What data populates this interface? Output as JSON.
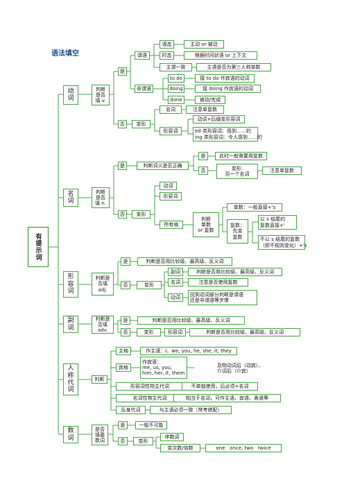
{
  "title": "语法填空",
  "root": "有提示词",
  "verb": {
    "label": "动词",
    "judge": "判断是否填 v.",
    "yes": "是",
    "no": "否",
    "predicate": "谓语",
    "voice": "语态",
    "voice_note": "主动 or 被动",
    "tense": "时态",
    "tense_note": "根据时间状语 or 上下文",
    "agreement": "主谓一致",
    "agreement_note": "主语是否为第三人称单数",
    "nonpredicate": "非谓语",
    "to_do": "to do",
    "to_do_note": "接 to do 作宾语的动词",
    "doing": "doing",
    "doing_note": "接 doing 作宾语的动词",
    "done": "done",
    "done_note": "被动/完成",
    "transform": "变形",
    "noun": "名词",
    "noun_note": "注意单复数",
    "adj": "形容词",
    "adj_note1": "动词+后缀变形容词",
    "adj_note2": "ed 类形容词：感到……的\ning 类形容词：令人感到……的"
  },
  "noun": {
    "label": "名词",
    "judge": "判断是否填 n.",
    "yes": "是",
    "no": "否",
    "correct": "判断词义是否正确",
    "yes2": "是",
    "yes2_note": "此时一般需要用复数",
    "no2": "否",
    "no2_note": "变形:\n另一个名词",
    "no2_note2": "注意单复数",
    "transform": "变形",
    "verb": "动词",
    "adj": "形容词",
    "possessive": "所有格",
    "number": "判断\n单数\nor 复数",
    "singular": "单数：一般直接+'s",
    "plural": "复数：\n先变\n复数",
    "plural_s": "以 s 结尾的\n复数直接+'",
    "plural_not_s": "不以 s 结尾的复数\n（即不规则变化）+'s"
  },
  "adjective": {
    "label": "形容词",
    "judge": "判断是否填 adj.",
    "yes": "是",
    "yes_note": "判断是否用比较级、最高级、反义词",
    "no": "否",
    "transform": "变形",
    "adverb": "副词",
    "adverb_note": "判断是否用比较级、最高级、反义词",
    "noun": "名词",
    "noun_note": "注意是否使用复数",
    "verb": "动词",
    "verb_note": "回到动词部分判断是谓语\n还是非谓语等步骤"
  },
  "adverb": {
    "label": "副词",
    "judge": "判断是否填 adv.",
    "yes": "是",
    "yes_note": "判断是否用比较级、最高级、反义词",
    "no": "否",
    "transform": "变形",
    "adj": "形容词",
    "adj_note": "判断是否用比较级、最高级、反义词"
  },
  "pronoun": {
    "label": "人称代词",
    "judge": "判断",
    "subject": "主格",
    "subject_note": "作主语：I、we, you, he, she, it, they",
    "object": "宾格",
    "object_note": "作宾语：\nme, us, you,\nhim, her, it, them",
    "object_note2": "及物动词后（动宾）、\n介词后（介宾）",
    "adj_possessive": "形容词性物主代词",
    "adj_possessive_note": "不单独使用，后必须+名词",
    "noun_possessive": "名词性物主代词",
    "noun_possessive_note": "相当于名词，可作主语、宾语、表语等",
    "reflexive": "反身代词",
    "reflexive_note": "与主语必须一致（常考搭配）"
  },
  "numeral": {
    "label": "数词",
    "judge": "是否填基数词",
    "yes": "是",
    "yes_note": "一般不可能",
    "no": "否",
    "transform": "变形",
    "ordinal": "序数词",
    "times": "变次数/倍数",
    "times_note": "one   once, two   twice"
  }
}
